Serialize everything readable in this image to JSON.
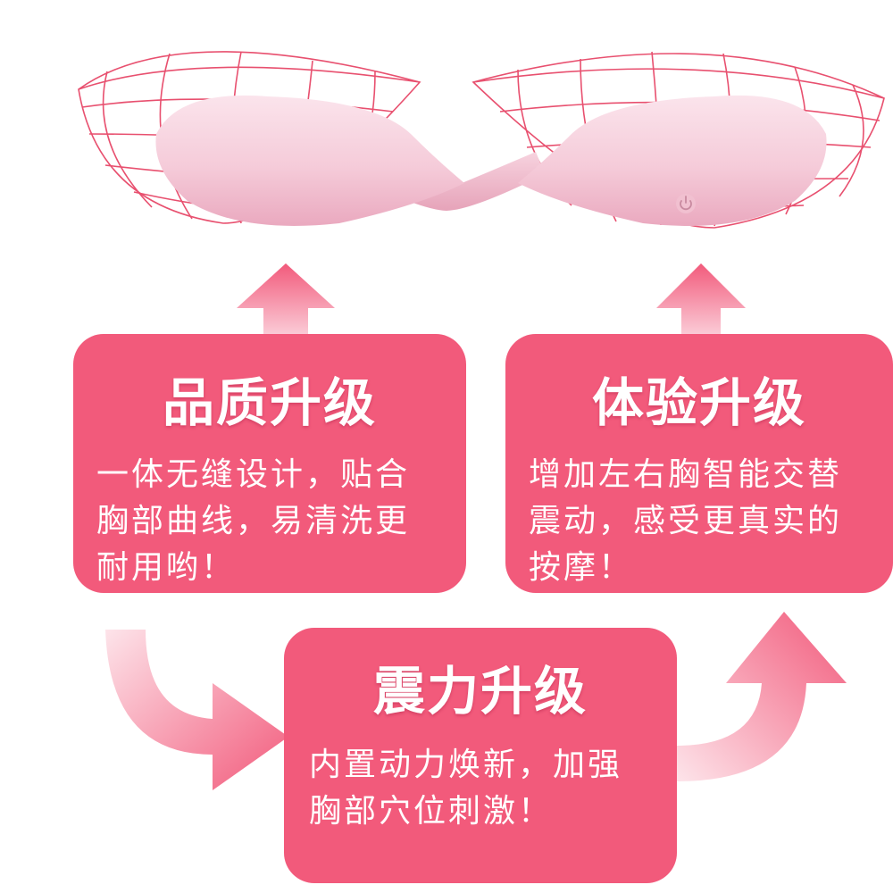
{
  "colors": {
    "card": "#f25a7b",
    "arrow": "#f47895",
    "mesh": "#e8506f",
    "product": "#f5cbd9"
  },
  "icons": {
    "power": "power-icon"
  },
  "cards": {
    "quality": {
      "title": "品质升级",
      "lines": [
        "一体无缝设计，贴合",
        "胸部曲线，易清洗更",
        "耐用哟！"
      ]
    },
    "experience": {
      "title": "体验升级",
      "lines": [
        "增加左右胸智能交替",
        "震动，感受更真实的",
        "按摩！"
      ]
    },
    "vibration": {
      "title": "震力升级",
      "lines": [
        "内置动力焕新，加强",
        "胸部穴位刺激！"
      ]
    }
  }
}
